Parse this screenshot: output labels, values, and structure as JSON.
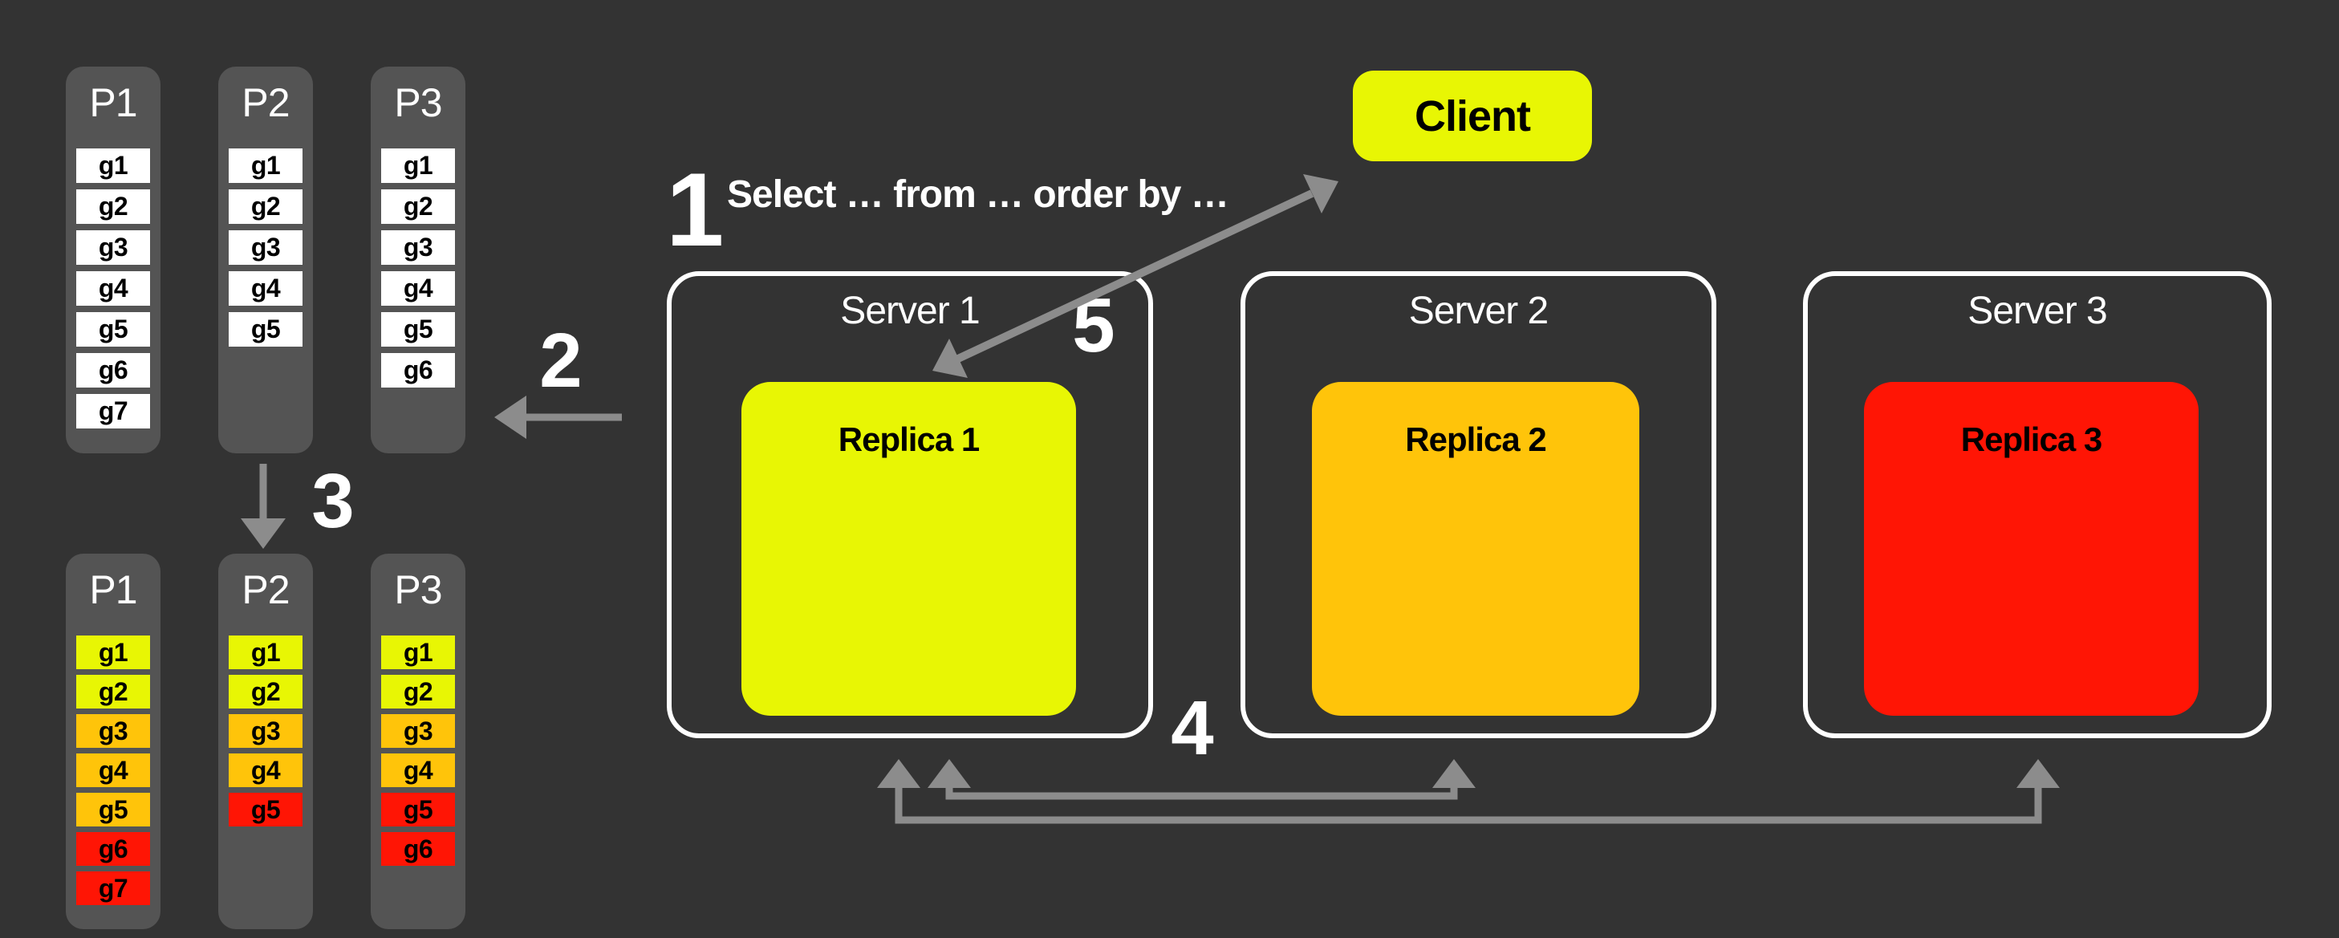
{
  "colors": {
    "background": "#333333",
    "partition_panel": "#545454",
    "cell_white": "#ffffff",
    "heat_yellow": "#e8f604",
    "heat_orange": "#ffc40a",
    "heat_red": "#ff1505",
    "arrow_gray": "#8c8c8c",
    "server_border": "#ffffff",
    "text_light": "#ffffff",
    "text_dark": "#000000"
  },
  "client": {
    "label": "Client"
  },
  "query_text": "Select … from … order by …",
  "steps": {
    "s1": "1",
    "s2": "2",
    "s3": "3",
    "s4": "4",
    "s5": "5"
  },
  "servers": [
    {
      "label": "Server 1",
      "replica": {
        "label": "Replica 1",
        "color": "#e8f604"
      }
    },
    {
      "label": "Server 2",
      "replica": {
        "label": "Replica 2",
        "color": "#ffc40a"
      }
    },
    {
      "label": "Server 3",
      "replica": {
        "label": "Replica 3",
        "color": "#ff1505"
      }
    }
  ],
  "partition_groups": [
    {
      "name": "plain",
      "columns": [
        {
          "label": "P1",
          "cells": [
            {
              "label": "g1",
              "color_key": "white"
            },
            {
              "label": "g2",
              "color_key": "white"
            },
            {
              "label": "g3",
              "color_key": "white"
            },
            {
              "label": "g4",
              "color_key": "white"
            },
            {
              "label": "g5",
              "color_key": "white"
            },
            {
              "label": "g6",
              "color_key": "white"
            },
            {
              "label": "g7",
              "color_key": "white"
            }
          ]
        },
        {
          "label": "P2",
          "cells": [
            {
              "label": "g1",
              "color_key": "white"
            },
            {
              "label": "g2",
              "color_key": "white"
            },
            {
              "label": "g3",
              "color_key": "white"
            },
            {
              "label": "g4",
              "color_key": "white"
            },
            {
              "label": "g5",
              "color_key": "white"
            }
          ]
        },
        {
          "label": "P3",
          "cells": [
            {
              "label": "g1",
              "color_key": "white"
            },
            {
              "label": "g2",
              "color_key": "white"
            },
            {
              "label": "g3",
              "color_key": "white"
            },
            {
              "label": "g4",
              "color_key": "white"
            },
            {
              "label": "g5",
              "color_key": "white"
            },
            {
              "label": "g6",
              "color_key": "white"
            }
          ]
        }
      ]
    },
    {
      "name": "colored",
      "columns": [
        {
          "label": "P1",
          "cells": [
            {
              "label": "g1",
              "color_key": "yellow"
            },
            {
              "label": "g2",
              "color_key": "yellow"
            },
            {
              "label": "g3",
              "color_key": "orange"
            },
            {
              "label": "g4",
              "color_key": "orange"
            },
            {
              "label": "g5",
              "color_key": "orange"
            },
            {
              "label": "g6",
              "color_key": "red"
            },
            {
              "label": "g7",
              "color_key": "red"
            }
          ]
        },
        {
          "label": "P2",
          "cells": [
            {
              "label": "g1",
              "color_key": "yellow"
            },
            {
              "label": "g2",
              "color_key": "yellow"
            },
            {
              "label": "g3",
              "color_key": "orange"
            },
            {
              "label": "g4",
              "color_key": "orange"
            },
            {
              "label": "g5",
              "color_key": "red"
            }
          ]
        },
        {
          "label": "P3",
          "cells": [
            {
              "label": "g1",
              "color_key": "yellow"
            },
            {
              "label": "g2",
              "color_key": "yellow"
            },
            {
              "label": "g3",
              "color_key": "orange"
            },
            {
              "label": "g4",
              "color_key": "orange"
            },
            {
              "label": "g5",
              "color_key": "red"
            },
            {
              "label": "g6",
              "color_key": "red"
            }
          ]
        }
      ]
    }
  ]
}
